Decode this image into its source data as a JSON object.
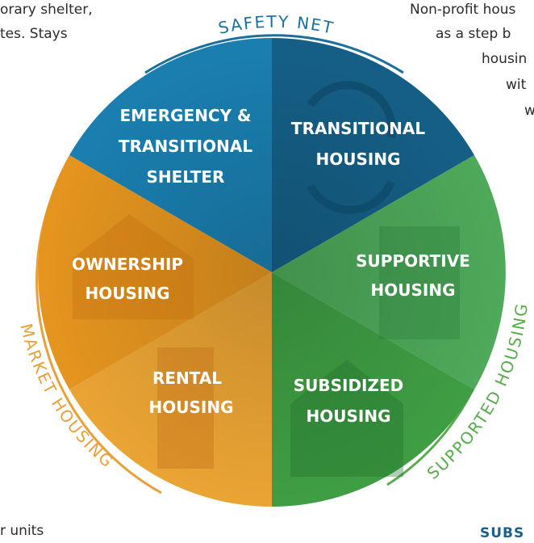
{
  "snippets": {
    "top_left_1": "orary shelter,",
    "top_left_2": "tes. Stays",
    "top_right_1": "Non-profit hous",
    "top_right_2": "as a step b",
    "top_right_3": "housin",
    "top_right_4": "wit",
    "top_right_5": "w",
    "bottom_left": "r units",
    "bottom_right": "SUBS"
  },
  "segments": [
    {
      "id": "emergency",
      "lines": [
        "EMERGENCY &",
        "TRANSITIONAL",
        "SHELTER"
      ],
      "color": "#1a7fb0"
    },
    {
      "id": "transitional",
      "lines": [
        "TRANSITIONAL",
        "HOUSING"
      ],
      "color": "#155f86"
    },
    {
      "id": "supportive",
      "lines": [
        "SUPPORTIVE",
        "HOUSING"
      ],
      "color": "#4ea95a"
    },
    {
      "id": "subsidized",
      "lines": [
        "SUBSIDIZED",
        "HOUSING"
      ],
      "color": "#3f9e44"
    },
    {
      "id": "rental",
      "lines": [
        "RENTAL",
        "HOUSING"
      ],
      "color": "#eaa434"
    },
    {
      "id": "ownership",
      "lines": [
        "OWNERSHIP",
        "HOUSING"
      ],
      "color": "#e5951f"
    }
  ],
  "rings": {
    "safety_net": "SAFETY NET",
    "market_housing": "MARKET HOUSING",
    "supported_housing": "SUPPORTED HOUSING"
  },
  "colors": {
    "safety_ring": "#1b6f9c",
    "market_ring": "#e8a03a",
    "supported_ring": "#5aab4f"
  }
}
